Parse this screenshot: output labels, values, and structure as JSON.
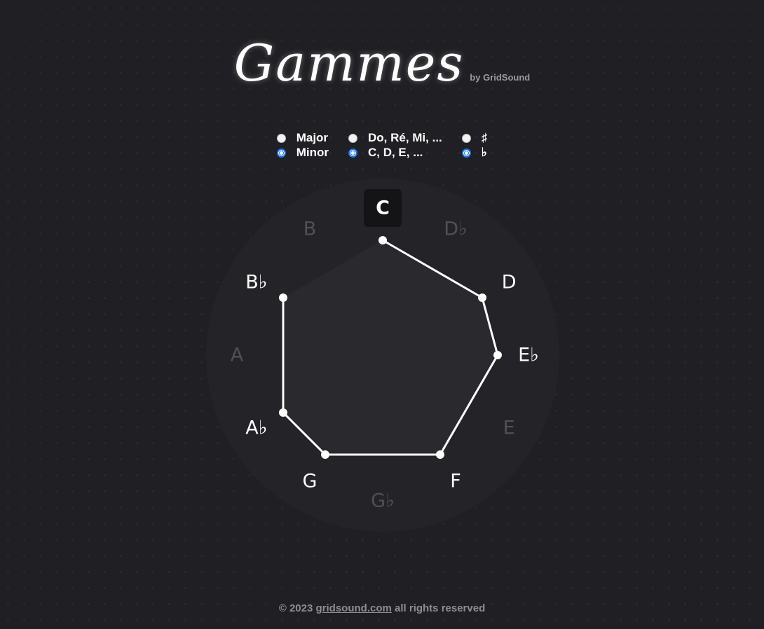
{
  "header": {
    "title": "Gammes",
    "byline": "by GridSound"
  },
  "options": {
    "mode": [
      {
        "label": "Major",
        "checked": false
      },
      {
        "label": "Minor",
        "checked": true
      }
    ],
    "notation": [
      {
        "label": "Do, Ré, Mi, ...",
        "checked": false
      },
      {
        "label": "C, D, E, ...",
        "checked": true
      }
    ],
    "accidental": [
      {
        "label": "♯",
        "checked": false
      },
      {
        "label": "♭",
        "checked": true
      }
    ]
  },
  "scale": {
    "root": "C",
    "notes": [
      {
        "label": "C",
        "active": true
      },
      {
        "label": "D♭",
        "active": false
      },
      {
        "label": "D",
        "active": true
      },
      {
        "label": "E♭",
        "active": true
      },
      {
        "label": "E",
        "active": false
      },
      {
        "label": "F",
        "active": true
      },
      {
        "label": "G♭",
        "active": false
      },
      {
        "label": "G",
        "active": true
      },
      {
        "label": "A♭",
        "active": true
      },
      {
        "label": "A",
        "active": false
      },
      {
        "label": "B♭",
        "active": true
      },
      {
        "label": "B",
        "active": false
      }
    ]
  },
  "footer": {
    "prefix": "© 2023 ",
    "link": "gridsound.com",
    "suffix": " all rights reserved"
  },
  "colors": {
    "background": "#1f1f24",
    "active_note": "#ffffff",
    "inactive_note": "#505056",
    "radio_accent": "#1a73e8"
  }
}
